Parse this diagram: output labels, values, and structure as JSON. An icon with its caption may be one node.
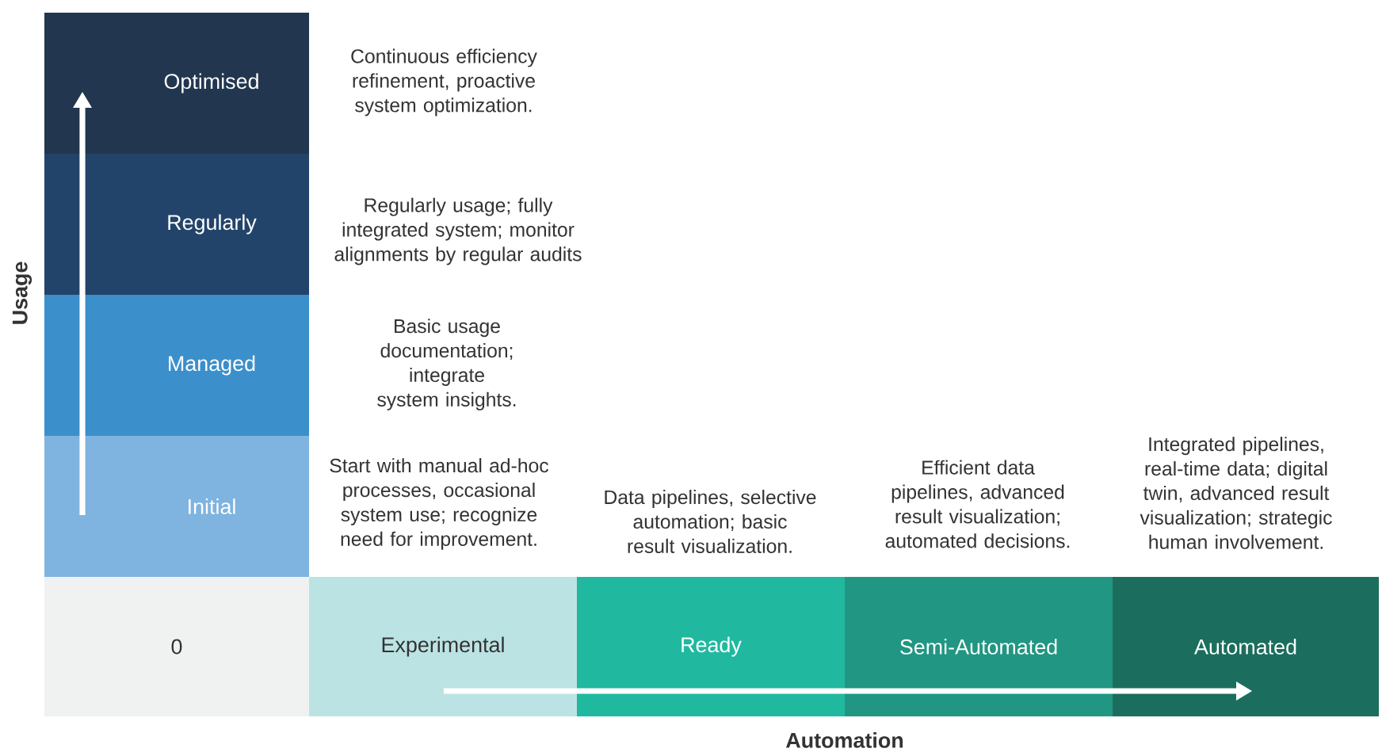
{
  "diagram": {
    "nodes": [
      {
        "text": [
          "Optimised"
        ]
      },
      {
        "text": [
          "Regularly"
        ]
      },
      {
        "text": [
          "Managed"
        ]
      },
      {
        "text": [
          "Initial"
        ]
      },
      {
        "text": [
          "0"
        ]
      },
      {
        "text": [
          "Experimental"
        ]
      },
      {
        "text": [
          "Ready"
        ]
      },
      {
        "text": [
          "Semi-Automated"
        ]
      },
      {
        "text": [
          "Automated"
        ]
      }
    ],
    "labels": [
      "Usage",
      "Continuous efficiency refinement, proactive system optimization.",
      "Regularly usage; fully integrated system; monitor alignments by regular audits",
      "Basic usage documentation; integrate system insights.",
      "Start with manual ad-hoc processes, occasional system use; recognize need for improvement.",
      "Data pipelines, selective automation; basic result visualization.",
      "Efficient data pipelines, advanced result visualization; automated decisions.",
      "Integrated pipelines, real-time data; digital twin, advanced result visualization; strategic human involvement.",
      "Automation"
    ]
  }
}
